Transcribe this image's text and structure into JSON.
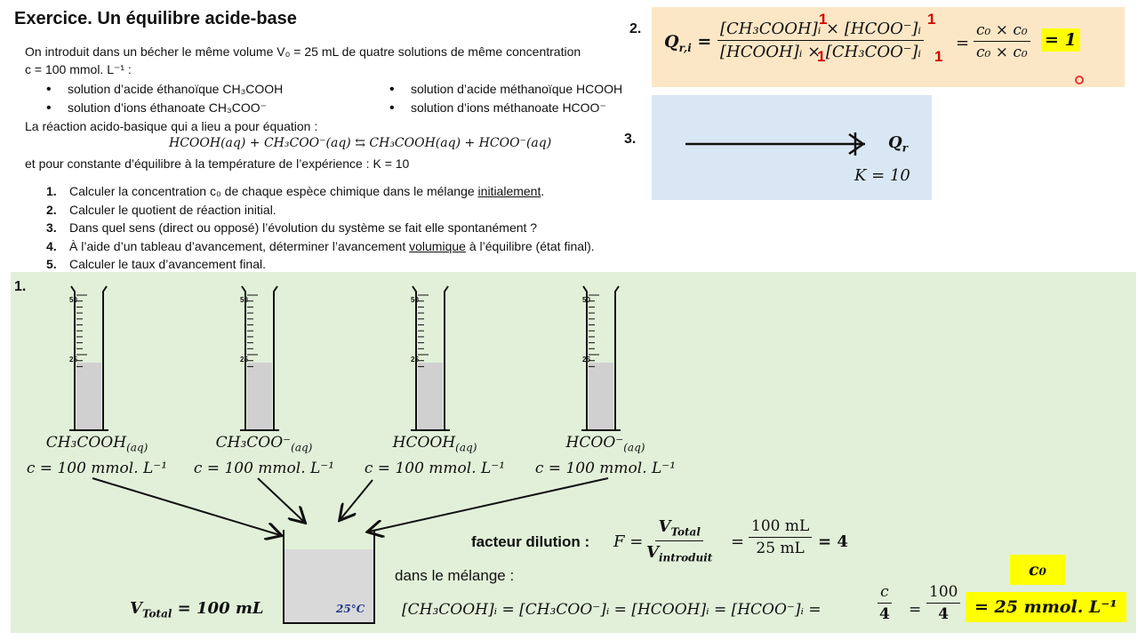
{
  "title": "Exercice. Un équilibre acide-base",
  "intro": {
    "line1": "On introduit dans un bécher le même volume V₀ = 25 mL  de quatre solutions de même concentration",
    "line2": "c = 100 mmol. L⁻¹ :",
    "bullets_left": [
      "solution d’acide éthanoïque CH₃COOH",
      "solution d’ions éthanoate CH₃COO⁻"
    ],
    "bullets_right": [
      "solution d’acide méthanoïque HCOOH",
      "solution d’ions méthanoate HCOO⁻"
    ],
    "reaction_intro": "La réaction acido-basique qui a lieu a pour équation :",
    "equation": "HCOOH(aq) + CH₃COO⁻(aq) ⇆ CH₃COOH(aq) + HCOO⁻(aq)",
    "constant": "et pour constante d’équilibre à la température de l’expérience :  K = 10"
  },
  "questions": [
    {
      "n": "1.",
      "pre": "Calculer la concentration c₀ de chaque espèce chimique dans le mélange ",
      "u": "initialement",
      "post": "."
    },
    {
      "n": "2.",
      "pre": "Calculer le quotient de réaction initial.",
      "u": "",
      "post": ""
    },
    {
      "n": "3.",
      "pre": "Dans quel sens (direct ou opposé) l’évolution du système se fait elle spontanément ?",
      "u": "",
      "post": ""
    },
    {
      "n": "4.",
      "pre": "À l’aide d’un tableau d’avancement, déterminer l’avancement ",
      "u": "volumique",
      "post": " à l’équilibre (état final)."
    },
    {
      "n": "5.",
      "pre": "Calculer le taux d’avancement final.",
      "u": "",
      "post": ""
    }
  ],
  "answer2": {
    "label": "2.",
    "lhs": "Q",
    "lhs_sub": "r,i",
    "num": "[CH₃COOH]ᵢ × [HCOO⁻]ᵢ",
    "den": "[HCOOH]ᵢ × [CH₃COO⁻]ᵢ",
    "marker": "1",
    "frac_num": "c₀ × c₀",
    "frac_den": "c₀ × c₀",
    "result": "= 1"
  },
  "answer3": {
    "label": "3.",
    "axis_label": "Q",
    "axis_sub": "r",
    "k_label": "K = 10"
  },
  "answer1": {
    "label": "1.",
    "cylinder_ticks": {
      "top": "50",
      "mid": "25"
    },
    "solutions": [
      {
        "formula": "CH₃COOH",
        "sub": "(aq)",
        "conc": "c = 100 mmol. L⁻¹"
      },
      {
        "formula": "CH₃COO⁻",
        "sub": "(aq)",
        "conc": "c = 100 mmol. L⁻¹"
      },
      {
        "formula": "HCOOH",
        "sub": "(aq)",
        "conc": "c = 100 mmol. L⁻¹"
      },
      {
        "formula": "HCOO⁻",
        "sub": "(aq)",
        "conc": "c = 100 mmol. L⁻¹"
      }
    ],
    "beaker_temp": "25°C",
    "vtotal": "V",
    "vtotal_sub": "Total",
    "vtotal_val": " = 100 mL",
    "dilution_label": "facteur dilution :",
    "dilution_F": "F =",
    "dil_num": "V",
    "dil_num_sub": "Total",
    "dil_den": "V",
    "dil_den_sub": "introduit",
    "dil_num2": "100 mL",
    "dil_den2": "25 mL",
    "dil_result": "= 4",
    "mixture_label": "dans le mélange :",
    "mixture_eq": "[CH₃COOH]ᵢ = [CH₃COO⁻]ᵢ = [HCOOH]ᵢ  = [HCOO⁻]ᵢ =",
    "c_over": "c",
    "four": "4",
    "hundred": "100",
    "c0_tag": "c₀",
    "final": "= 25 mmol. L⁻¹"
  },
  "colors": {
    "orange_box": "#fbe7c6",
    "blue_box": "#d9e7f5",
    "green_box": "#e2f0d9",
    "highlight": "#ffff00",
    "marker_red": "#d00000"
  }
}
